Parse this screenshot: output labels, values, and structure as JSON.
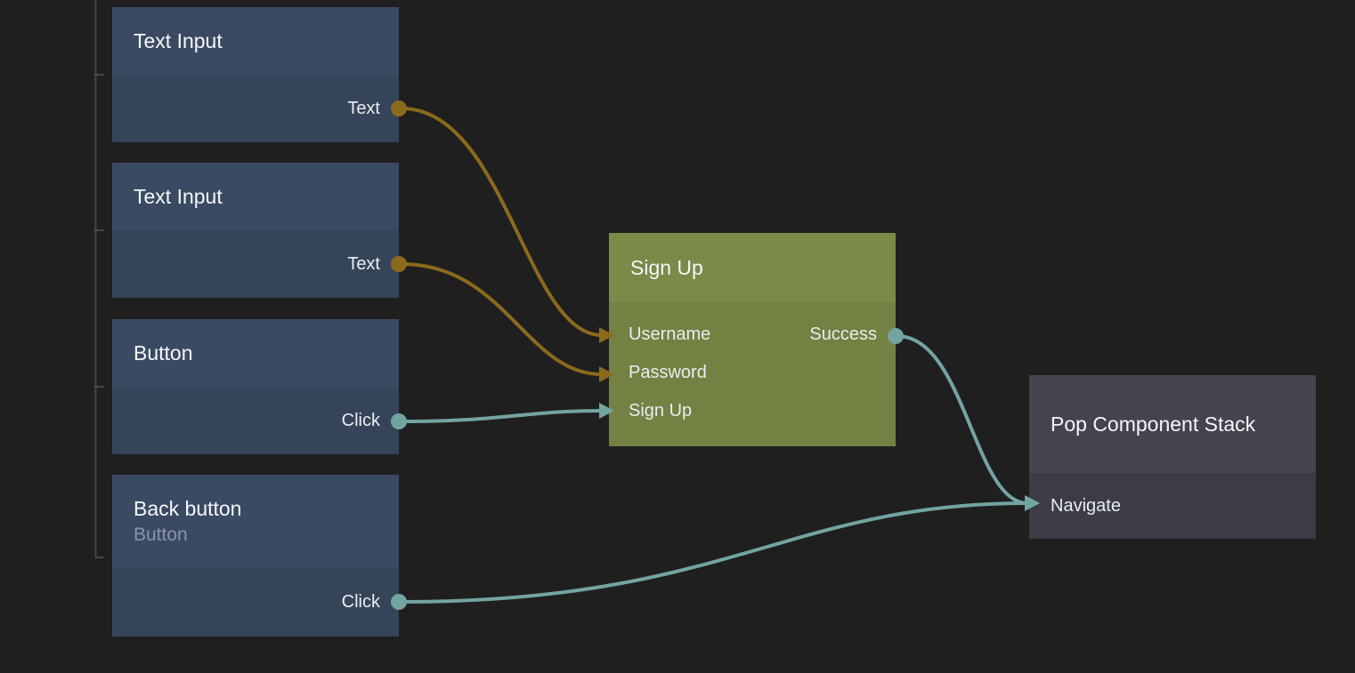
{
  "canvas": {
    "background_color": "#1f1f1f",
    "hierarchy_line_color": "#454545"
  },
  "colors": {
    "data_gold": "#8c6a1d",
    "signal_teal": "#72a4a2",
    "node_blue_header": "#3b4a63",
    "node_blue_body": "#364459",
    "node_olive_header": "#7b8a48",
    "node_olive_body": "#738142",
    "node_gray_header": "#43444e",
    "node_gray_body": "#3b3c45"
  },
  "nodes": [
    {
      "id": "text-input-1",
      "title": "Text Input",
      "ports": {
        "outputs": [
          {
            "label": "Text",
            "type": "data"
          }
        ]
      }
    },
    {
      "id": "text-input-2",
      "title": "Text Input",
      "ports": {
        "outputs": [
          {
            "label": "Text",
            "type": "data"
          }
        ]
      }
    },
    {
      "id": "button",
      "title": "Button",
      "ports": {
        "outputs": [
          {
            "label": "Click",
            "type": "signal"
          }
        ]
      }
    },
    {
      "id": "back-button",
      "title": "Back button",
      "subtitle": "Button",
      "ports": {
        "outputs": [
          {
            "label": "Click",
            "type": "signal"
          }
        ]
      }
    },
    {
      "id": "sign-up",
      "title": "Sign Up",
      "ports": {
        "inputs": [
          {
            "label": "Username",
            "type": "data"
          },
          {
            "label": "Password",
            "type": "data"
          },
          {
            "label": "Sign Up",
            "type": "signal"
          }
        ],
        "outputs": [
          {
            "label": "Success",
            "type": "signal"
          }
        ]
      }
    },
    {
      "id": "pop-component-stack",
      "title": "Pop Component Stack",
      "ports": {
        "inputs": [
          {
            "label": "Navigate",
            "type": "signal"
          }
        ]
      }
    }
  ],
  "connections": [
    {
      "from": "text-input-1.Text",
      "to": "sign-up.Username",
      "type": "data"
    },
    {
      "from": "text-input-2.Text",
      "to": "sign-up.Password",
      "type": "data"
    },
    {
      "from": "button.Click",
      "to": "sign-up.Sign Up",
      "type": "signal"
    },
    {
      "from": "sign-up.Success",
      "to": "pop-component-stack.Navigate",
      "type": "signal"
    },
    {
      "from": "back-button.Click",
      "to": "pop-component-stack.Navigate",
      "type": "signal"
    }
  ]
}
